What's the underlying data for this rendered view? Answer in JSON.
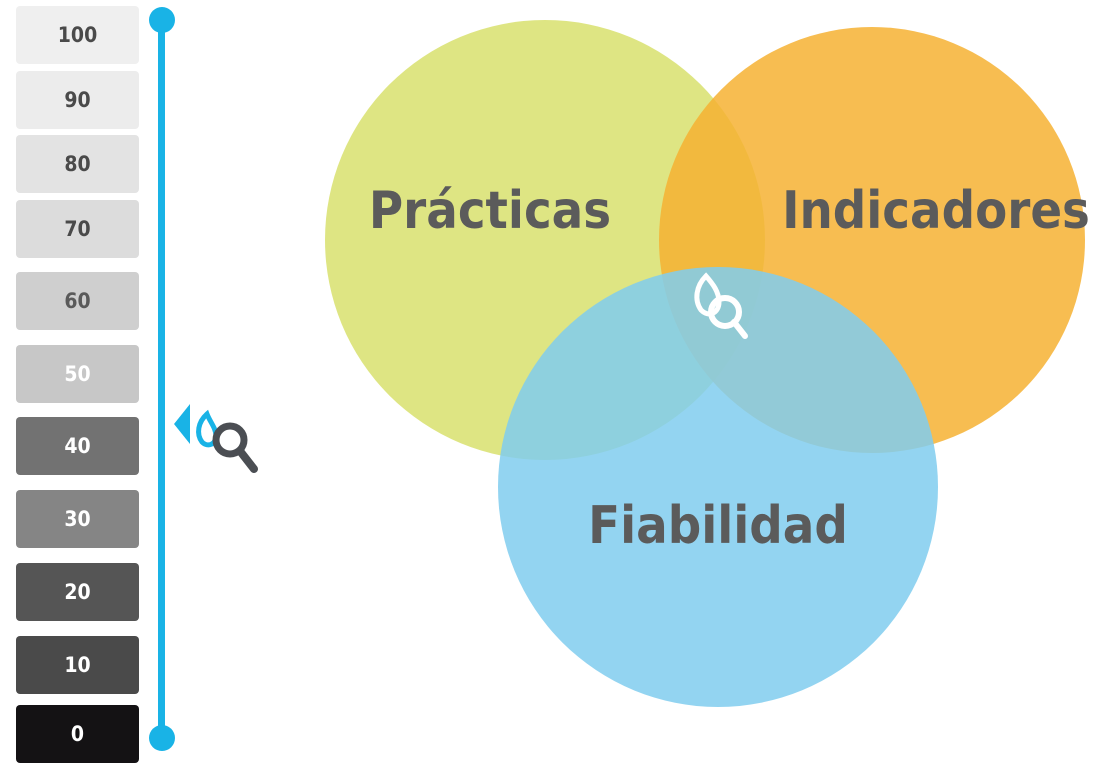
{
  "scale": {
    "levels": [
      {
        "label": "100",
        "bg": "#efefef",
        "fg": "#4a4a4a"
      },
      {
        "label": "90",
        "bg": "#ececec",
        "fg": "#4a4a4a"
      },
      {
        "label": "80",
        "bg": "#e3e3e3",
        "fg": "#4a4a4a"
      },
      {
        "label": "70",
        "bg": "#dcdcdc",
        "fg": "#4a4a4a"
      },
      {
        "label": "60",
        "bg": "#cfcfcf",
        "fg": "#5a5a5a"
      },
      {
        "label": "50",
        "bg": "#c7c7c7",
        "fg": "#ffffff"
      },
      {
        "label": "40",
        "bg": "#727272",
        "fg": "#ffffff"
      },
      {
        "label": "30",
        "bg": "#858585",
        "fg": "#ffffff"
      },
      {
        "label": "20",
        "bg": "#555555",
        "fg": "#ffffff"
      },
      {
        "label": "10",
        "bg": "#4a4a4a",
        "fg": "#ffffff"
      },
      {
        "label": "0",
        "bg": "#141214",
        "fg": "#ffffff"
      }
    ],
    "track_color": "#19b3e6",
    "indicator_level": 40
  },
  "venn": {
    "circles": [
      {
        "id": "practicas",
        "label": "Prácticas",
        "color": "#d8e06d"
      },
      {
        "id": "indicadores",
        "label": "Indicadores",
        "color": "#f6b133"
      },
      {
        "id": "fiabilidad",
        "label": "Fiabilidad",
        "color": "#80cdef"
      }
    ],
    "center_icon": "leaf-magnifier-icon",
    "indicator_icon": "arrow-leaf-magnifier-icon"
  }
}
